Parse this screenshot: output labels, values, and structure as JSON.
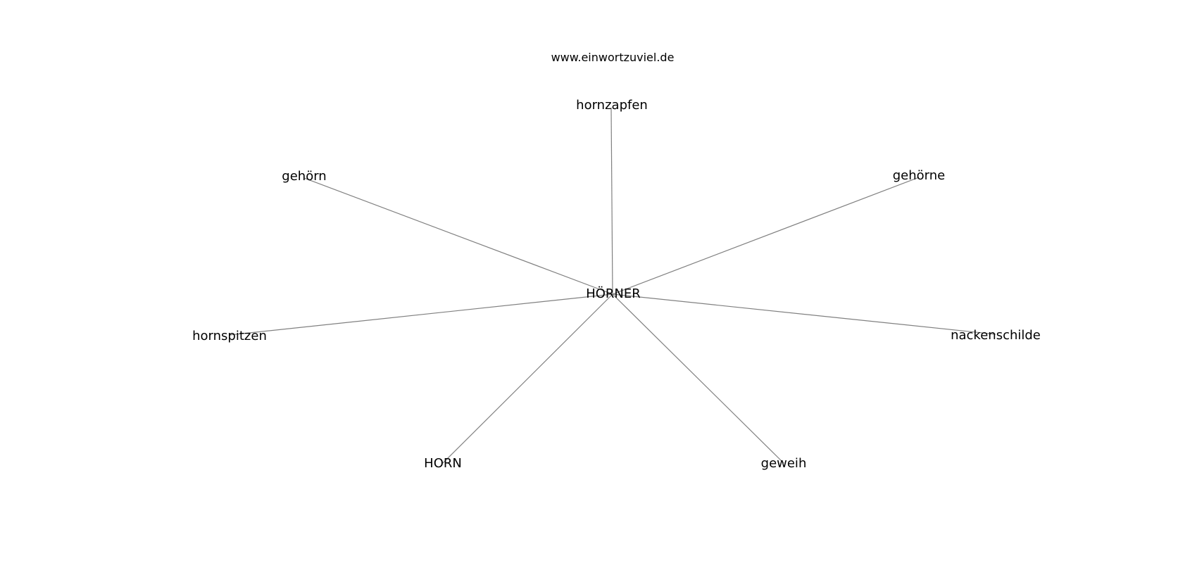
{
  "watermark": "www.einwortzuviel.de",
  "center": {
    "label": "HÖRNER"
  },
  "nodes": [
    {
      "label": "hornzapfen"
    },
    {
      "label": "gehörn"
    },
    {
      "label": "gehörne"
    },
    {
      "label": "hornspitzen"
    },
    {
      "label": "nackenschilde"
    },
    {
      "label": "HORN"
    },
    {
      "label": "geweih"
    }
  ],
  "colors": {
    "edge": "#808080",
    "text": "#000000",
    "background": "#ffffff"
  }
}
